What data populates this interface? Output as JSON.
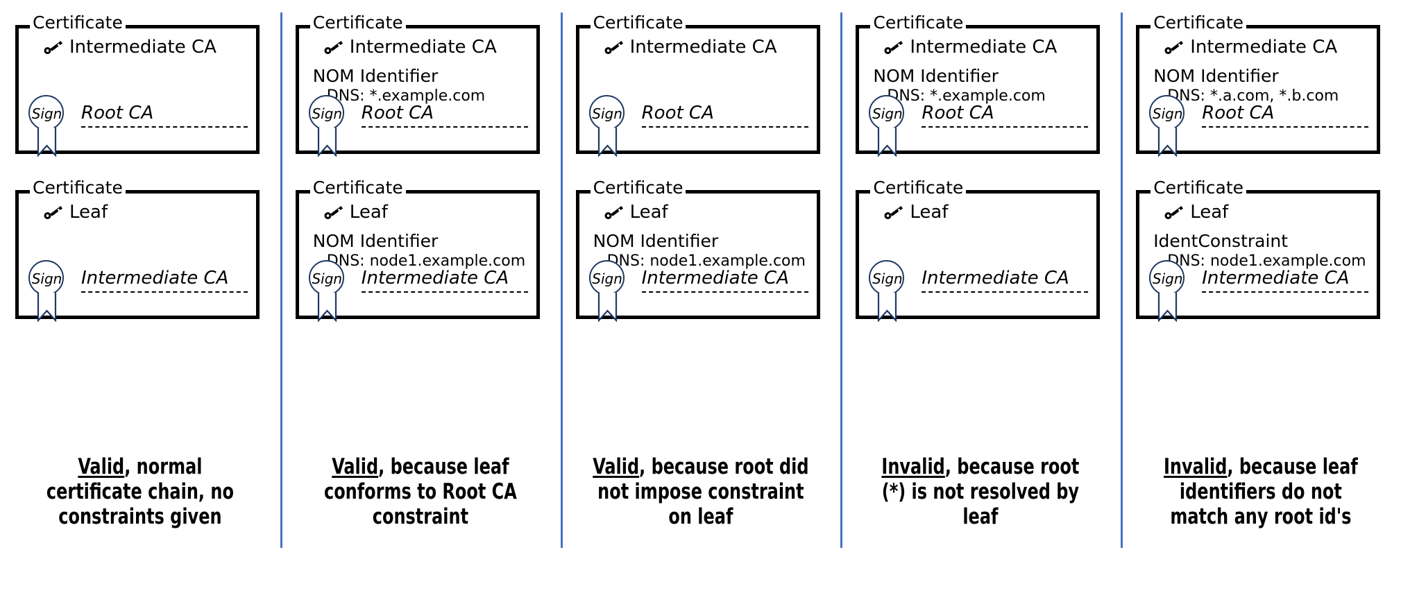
{
  "diagram": {
    "title": "Certificate chain name-constraint validation scenarios",
    "legend_label": "Certificate",
    "seal_label": "Sign",
    "key_icon": "key-icon",
    "accent_color": "#4472c4",
    "seal_color": "#1f3864",
    "border_color": "#000000"
  },
  "columns": [
    {
      "id": "col-1",
      "intermediate": {
        "legend": "Certificate",
        "subject": "Intermediate CA",
        "ident_title": "",
        "ident_value": "",
        "has_ident": false,
        "signer": "Root CA",
        "seal": "Sign"
      },
      "leaf": {
        "legend": "Certificate",
        "subject": "Leaf",
        "ident_title": "",
        "ident_value": "",
        "has_ident": false,
        "signer": "Intermediate CA",
        "seal": "Sign"
      },
      "caption": {
        "verdict": "Valid",
        "rest": ", normal certificate chain, no constraints given"
      }
    },
    {
      "id": "col-2",
      "intermediate": {
        "legend": "Certificate",
        "subject": "Intermediate CA",
        "ident_title": "NOM Identifier",
        "ident_value": "DNS: *.example.com",
        "has_ident": true,
        "signer": "Root CA",
        "seal": "Sign"
      },
      "leaf": {
        "legend": "Certificate",
        "subject": "Leaf",
        "ident_title": "NOM Identifier",
        "ident_value": "DNS: node1.example.com",
        "has_ident": true,
        "signer": "Intermediate CA",
        "seal": "Sign"
      },
      "caption": {
        "verdict": "Valid",
        "rest": ", because leaf conforms to Root CA constraint"
      }
    },
    {
      "id": "col-3",
      "intermediate": {
        "legend": "Certificate",
        "subject": "Intermediate CA",
        "ident_title": "",
        "ident_value": "",
        "has_ident": false,
        "signer": "Root CA",
        "seal": "Sign"
      },
      "leaf": {
        "legend": "Certificate",
        "subject": "Leaf",
        "ident_title": "NOM Identifier",
        "ident_value": "DNS: node1.example.com",
        "has_ident": true,
        "signer": "Intermediate CA",
        "seal": "Sign"
      },
      "caption": {
        "verdict": "Valid",
        "rest": ", because root did not impose constraint on leaf"
      }
    },
    {
      "id": "col-4",
      "intermediate": {
        "legend": "Certificate",
        "subject": "Intermediate CA",
        "ident_title": "NOM Identifier",
        "ident_value": "DNS: *.example.com",
        "has_ident": true,
        "signer": "Root CA",
        "seal": "Sign"
      },
      "leaf": {
        "legend": "Certificate",
        "subject": "Leaf",
        "ident_title": "",
        "ident_value": "",
        "has_ident": false,
        "signer": "Intermediate CA",
        "seal": "Sign"
      },
      "caption": {
        "verdict": "Invalid",
        "rest": ", because root (*) is not resolved by leaf"
      }
    },
    {
      "id": "col-5",
      "intermediate": {
        "legend": "Certificate",
        "subject": "Intermediate CA",
        "ident_title": "NOM Identifier",
        "ident_value": "DNS: *.a.com, *.b.com",
        "has_ident": true,
        "signer": "Root CA",
        "seal": "Sign"
      },
      "leaf": {
        "legend": "Certificate",
        "subject": "Leaf",
        "ident_title": "IdentConstraint",
        "ident_value": "DNS: node1.example.com",
        "has_ident": true,
        "signer": "Intermediate CA",
        "seal": "Sign"
      },
      "caption": {
        "verdict": "Invalid",
        "rest": ", because leaf identifiers do not match any root id's"
      }
    }
  ]
}
